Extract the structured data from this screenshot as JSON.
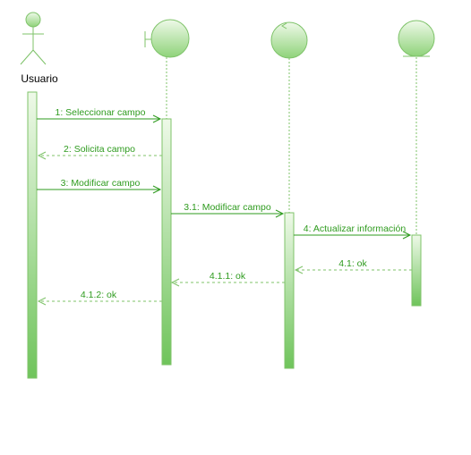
{
  "colors": {
    "green_dark": "#2e9b1e",
    "green_line": "#7fc36a",
    "fill_light": "#eef9e8",
    "fill_mid": "#b6e39f",
    "fill_deep": "#6fc45b"
  },
  "actor": {
    "label": "Usuario",
    "icon": "stick-figure-actor-icon"
  },
  "lifelines": [
    {
      "id": "boundary",
      "icon": "boundary-icon"
    },
    {
      "id": "control",
      "icon": "control-icon"
    },
    {
      "id": "entity",
      "icon": "entity-icon"
    }
  ],
  "messages": [
    {
      "label": "1: Seleccionar campo",
      "kind": "call"
    },
    {
      "label": "2: Solicita campo",
      "kind": "return"
    },
    {
      "label": "3: Modificar campo",
      "kind": "call"
    },
    {
      "label": "3.1: Modificar campo",
      "kind": "call"
    },
    {
      "label": "4: Actualizar información",
      "kind": "call"
    },
    {
      "label": "4.1: ok",
      "kind": "return"
    },
    {
      "label": "4.1.1: ok",
      "kind": "return"
    },
    {
      "label": "4.1.2: ok",
      "kind": "return"
    }
  ]
}
